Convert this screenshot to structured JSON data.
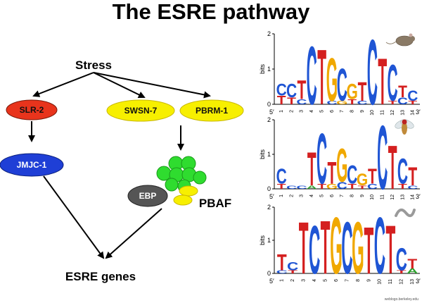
{
  "title": "The ESRE pathway",
  "diagram": {
    "stress": "Stress",
    "slr2": "SLR-2",
    "jmjc1": "JMJC-1",
    "swsn7": "SWSN-7",
    "pbrm1": "PBRM-1",
    "ebp": "EBP",
    "pbaf": "PBAF",
    "esre_genes": "ESRE genes"
  },
  "colors": {
    "slr2": "#e8341c",
    "jmjc1": "#1f3fd6",
    "swsn": "#f7ef00",
    "pbaf_ball": "#2fdc2f",
    "ebp": "#555555",
    "A": "#2ca02c",
    "C": "#1f55d4",
    "G": "#f0a800",
    "T": "#d42020"
  },
  "logos": [
    {
      "organism_icon": "mouse-icon",
      "ylabel": "bits",
      "yticks": [
        "0",
        "1",
        "2"
      ],
      "end_left": "5′",
      "end_right": "3′",
      "positions": [
        "1",
        "2",
        "3",
        "4",
        "5",
        "6",
        "7",
        "8",
        "9",
        "10",
        "11",
        "12",
        "13",
        "14"
      ],
      "stacks": [
        [
          [
            "C",
            0.35
          ],
          [
            "T",
            0.25
          ]
        ],
        [
          [
            "C",
            0.4
          ],
          [
            "T",
            0.2
          ]
        ],
        [
          [
            "T",
            0.55
          ],
          [
            "C",
            0.15
          ]
        ],
        [
          [
            "C",
            1.7
          ]
        ],
        [
          [
            "T",
            1.6
          ]
        ],
        [
          [
            "G",
            1.25
          ],
          [
            "C",
            0.1
          ]
        ],
        [
          [
            "C",
            0.95
          ],
          [
            "G",
            0.1
          ]
        ],
        [
          [
            "G",
            0.45
          ],
          [
            "T",
            0.15
          ]
        ],
        [
          [
            "T",
            0.55
          ],
          [
            "C",
            0.1
          ]
        ],
        [
          [
            "C",
            1.9
          ]
        ],
        [
          [
            "T",
            1.35
          ]
        ],
        [
          [
            "C",
            1.05
          ],
          [
            "T",
            0.1
          ]
        ],
        [
          [
            "T",
            0.35
          ],
          [
            "C",
            0.2
          ]
        ],
        [
          [
            "C",
            0.3
          ],
          [
            "T",
            0.1
          ]
        ]
      ]
    },
    {
      "organism_icon": "fly-icon",
      "ylabel": "bits",
      "yticks": [
        "0",
        "1",
        "2"
      ],
      "end_left": "5′",
      "end_right": "3′",
      "positions": [
        "1",
        "2",
        "3",
        "4",
        "5",
        "6",
        "7",
        "8",
        "9",
        "10",
        "11",
        "12",
        "13",
        "14"
      ],
      "stacks": [
        [
          [
            "C",
            0.45
          ],
          [
            "T",
            0.15
          ]
        ],
        [
          [
            "C",
            0.1
          ]
        ],
        [
          [
            "C",
            0.1
          ]
        ],
        [
          [
            "T",
            1.0
          ],
          [
            "A",
            0.1
          ]
        ],
        [
          [
            "C",
            1.5
          ],
          [
            "T",
            0.15
          ]
        ],
        [
          [
            "T",
            0.65
          ],
          [
            "G",
            0.15
          ]
        ],
        [
          [
            "G",
            1.0
          ],
          [
            "C",
            0.2
          ]
        ],
        [
          [
            "C",
            0.55
          ],
          [
            "T",
            0.15
          ]
        ],
        [
          [
            "G",
            0.35
          ],
          [
            "T",
            0.1
          ]
        ],
        [
          [
            "T",
            0.45
          ],
          [
            "C",
            0.15
          ]
        ],
        [
          [
            "C",
            1.9
          ]
        ],
        [
          [
            "T",
            1.3
          ]
        ],
        [
          [
            "C",
            0.75
          ],
          [
            "T",
            0.15
          ]
        ],
        [
          [
            "T",
            0.55
          ],
          [
            "C",
            0.1
          ]
        ]
      ]
    },
    {
      "organism_icon": "worm-icon",
      "ylabel": "bits",
      "yticks": [
        "0",
        "1",
        "2"
      ],
      "end_left": "5′",
      "end_right": "3′",
      "positions": [
        "1",
        "2",
        "3",
        "4",
        "5",
        "6",
        "7",
        "8",
        "9",
        "10",
        "11",
        "12",
        "13"
      ],
      "stacks": [
        [
          [
            "T",
            0.5
          ],
          [
            "C",
            0.1
          ]
        ],
        [
          [
            "C",
            0.25
          ],
          [
            "T",
            0.1
          ]
        ],
        [
          [
            "T",
            1.6
          ]
        ],
        [
          [
            "C",
            1.5
          ]
        ],
        [
          [
            "T",
            1.65
          ]
        ],
        [
          [
            "G",
            1.75
          ]
        ],
        [
          [
            "C",
            1.6
          ]
        ],
        [
          [
            "G",
            1.6
          ]
        ],
        [
          [
            "T",
            1.45
          ]
        ],
        [
          [
            "C",
            1.75
          ]
        ],
        [
          [
            "T",
            1.5
          ]
        ],
        [
          [
            "C",
            0.7
          ],
          [
            "T",
            0.1
          ]
        ],
        [
          [
            "T",
            0.3
          ],
          [
            "A",
            0.15
          ]
        ]
      ]
    }
  ],
  "credit": "weblogo.berkeley.edu"
}
